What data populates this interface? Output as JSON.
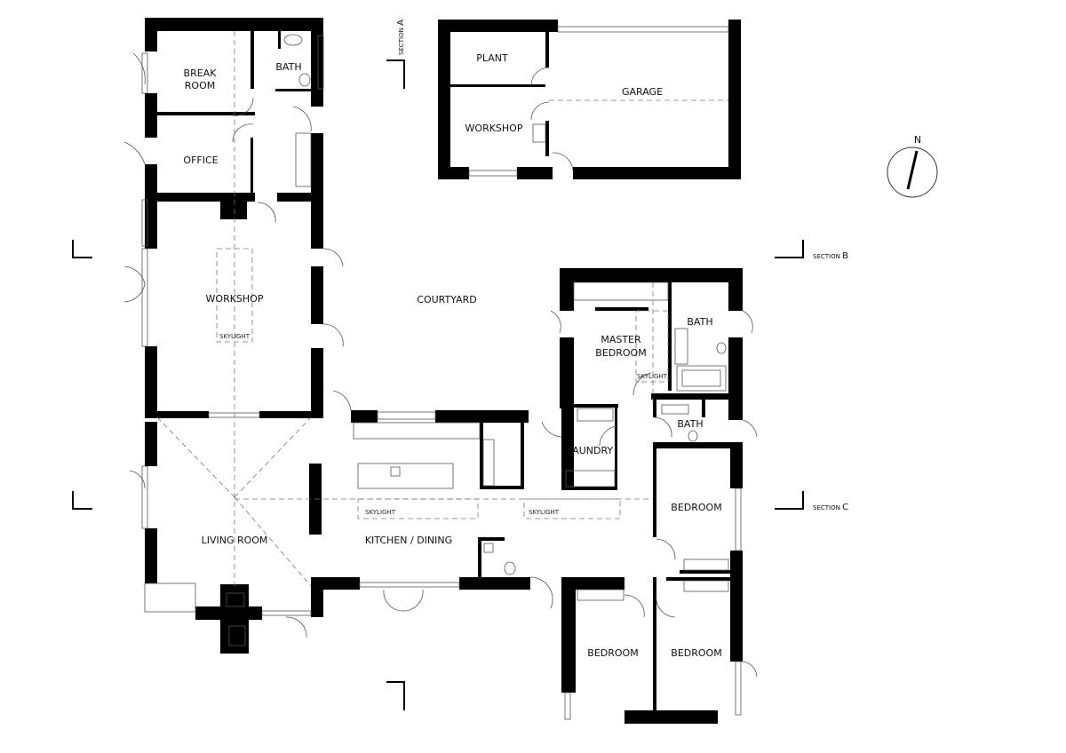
{
  "rooms": {
    "break_room": [
      "BREAK",
      "ROOM"
    ],
    "bath_north": "BATH",
    "office": "OFFICE",
    "workshop_main": "WORKSHOP",
    "living_room": "LIVING ROOM",
    "kitchen_dining": "KITCHEN / DINING",
    "courtyard": "COURTYARD",
    "plant": "PLANT",
    "workshop_garage": "WORKSHOP",
    "garage": "GARAGE",
    "master_bedroom": [
      "MASTER",
      "BEDROOM"
    ],
    "bath_master": "BATH",
    "bath_hall": "BATH",
    "laundry": "LAUNDRY",
    "bedroom_east": "BEDROOM",
    "bedroom_sw": "BEDROOM",
    "bedroom_se": "BEDROOM"
  },
  "skylights": [
    "SKYLIGHT",
    "SKYLIGHT",
    "SKYLIGHT",
    "SKYLIGHT"
  ],
  "sections": {
    "a": {
      "prefix": "SECTION",
      "letter": "A"
    },
    "b": {
      "prefix": "SECTION",
      "letter": "B"
    },
    "c": {
      "prefix": "SECTION",
      "letter": "C"
    }
  },
  "compass": {
    "label": "N",
    "icon": "north-arrow-icon"
  }
}
